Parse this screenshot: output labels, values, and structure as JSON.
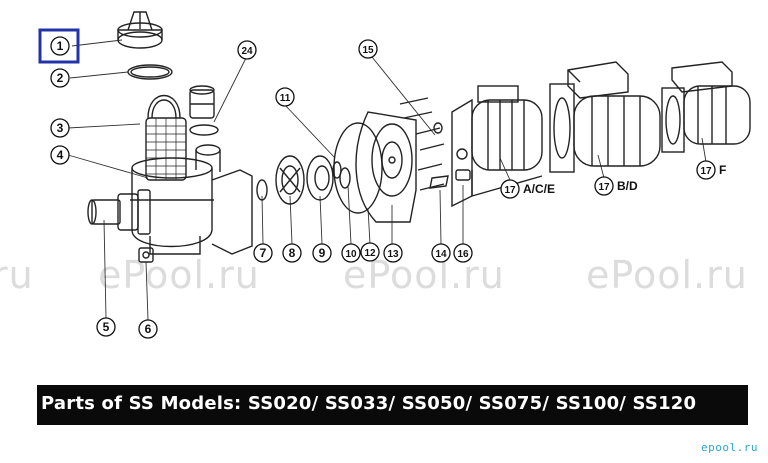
{
  "watermarks": [
    "ru",
    "ePool.ru",
    "ePool.ru",
    "ePool.ru"
  ],
  "callouts": {
    "p1": "1",
    "p2": "2",
    "p3": "3",
    "p4": "4",
    "p5": "5",
    "p6": "6",
    "p7": "7",
    "p8": "8",
    "p9": "9",
    "p10": "10",
    "p11": "11",
    "p12": "12",
    "p13": "13",
    "p14": "14",
    "p15": "15",
    "p16": "16",
    "p24": "24",
    "p17a": "17",
    "p17b": "17",
    "p17c": "17"
  },
  "motor_labels": {
    "ace": "A/C/E",
    "bd": "B/D",
    "f": "F"
  },
  "caption": "Parts of SS Models: SS020/ SS033/ SS050/ SS075/ SS100/ SS120",
  "site_logo": "epool.ru",
  "colors": {
    "highlight": "#2233aa",
    "caption_bg": "#0a0a0a",
    "logo": "#2aa8c8"
  }
}
